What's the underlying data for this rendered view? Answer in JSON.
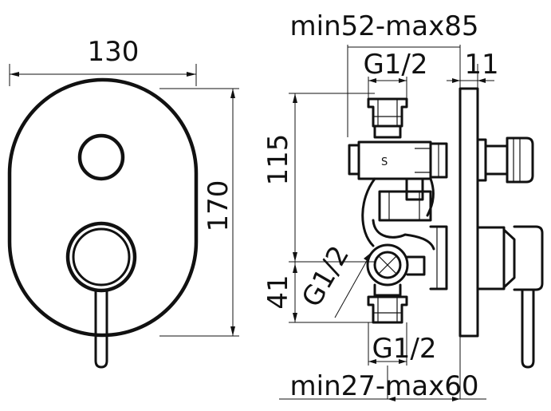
{
  "dimensions": {
    "front_width": "130",
    "front_height": "170",
    "side_depth_range": "min52-max85",
    "top_thread": "G1/2",
    "plate_thickness": "11",
    "upper_height": "115",
    "lower_height": "41",
    "side_thread": "G1/2",
    "bottom_thread": "G1/2",
    "bottom_depth_range": "min27-max60"
  }
}
